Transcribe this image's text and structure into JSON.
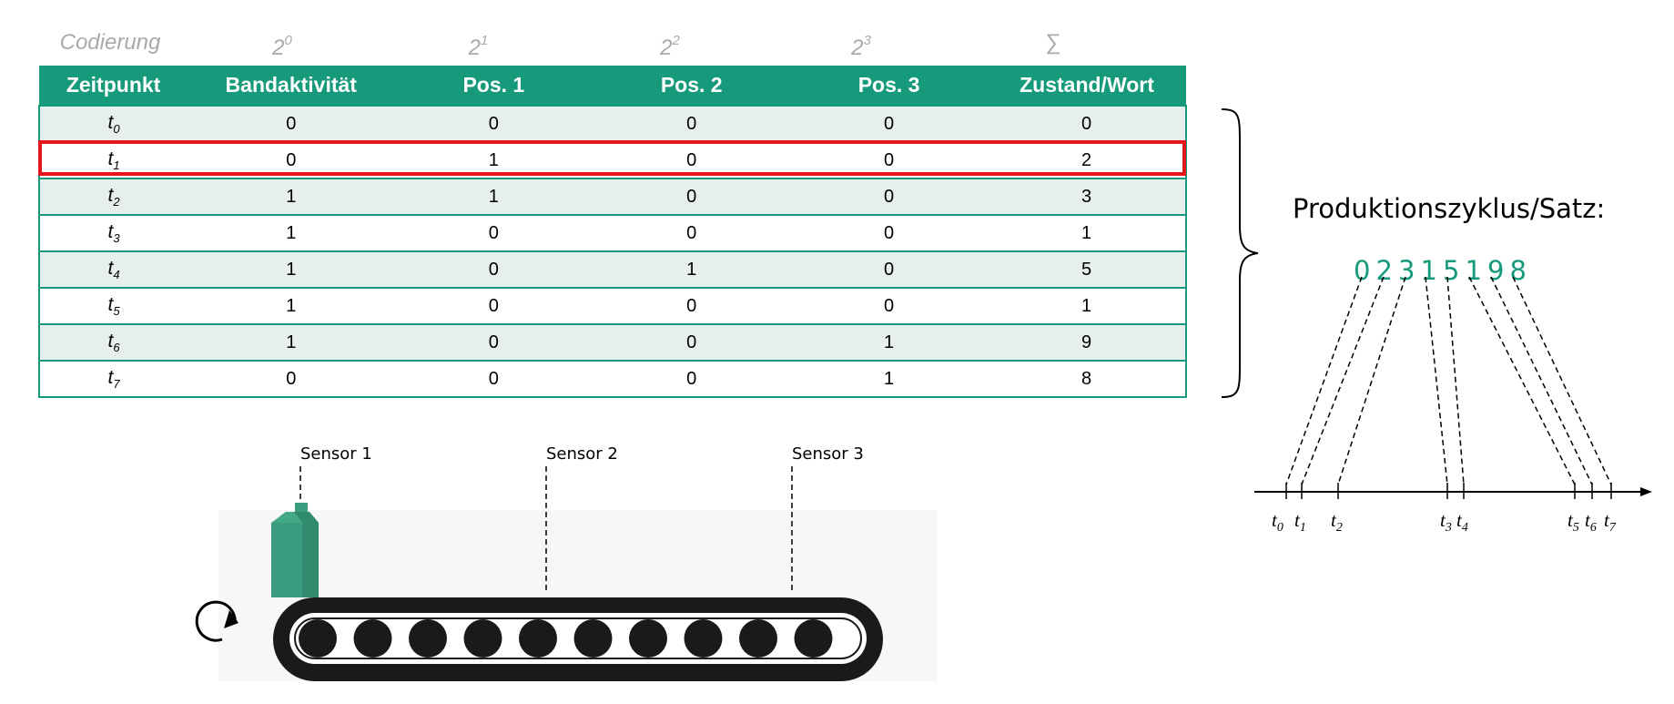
{
  "coding": {
    "label": "Codierung",
    "powers": [
      {
        "base": "2",
        "exp": "0"
      },
      {
        "base": "2",
        "exp": "1"
      },
      {
        "base": "2",
        "exp": "2"
      },
      {
        "base": "2",
        "exp": "3"
      }
    ],
    "sum": "∑"
  },
  "table": {
    "headers": [
      "Zeitpunkt",
      "Bandaktivität",
      "Pos. 1",
      "Pos. 2",
      "Pos. 3",
      "Zustand/Wort"
    ],
    "rows": [
      {
        "t": "t",
        "sub": "0",
        "cells": [
          "0",
          "0",
          "0",
          "0",
          "0"
        ]
      },
      {
        "t": "t",
        "sub": "1",
        "cells": [
          "0",
          "1",
          "0",
          "0",
          "2"
        ]
      },
      {
        "t": "t",
        "sub": "2",
        "cells": [
          "1",
          "1",
          "0",
          "0",
          "3"
        ]
      },
      {
        "t": "t",
        "sub": "3",
        "cells": [
          "1",
          "0",
          "0",
          "0",
          "1"
        ]
      },
      {
        "t": "t",
        "sub": "4",
        "cells": [
          "1",
          "0",
          "1",
          "0",
          "5"
        ]
      },
      {
        "t": "t",
        "sub": "5",
        "cells": [
          "1",
          "0",
          "0",
          "0",
          "1"
        ]
      },
      {
        "t": "t",
        "sub": "6",
        "cells": [
          "1",
          "0",
          "0",
          "1",
          "9"
        ]
      },
      {
        "t": "t",
        "sub": "7",
        "cells": [
          "0",
          "0",
          "0",
          "1",
          "8"
        ]
      }
    ],
    "highlighted_row": 1
  },
  "cycle": {
    "title": "Produktionszyklus/Satz:",
    "digits": [
      "0",
      "2",
      "3",
      "1",
      "5",
      "1",
      "9",
      "8"
    ]
  },
  "timeline": {
    "ticks": [
      {
        "t": "t",
        "sub": "0"
      },
      {
        "t": "t",
        "sub": "1"
      },
      {
        "t": "t",
        "sub": "2"
      },
      {
        "t": "t",
        "sub": "3"
      },
      {
        "t": "t",
        "sub": "4"
      },
      {
        "t": "t",
        "sub": "5"
      },
      {
        "t": "t",
        "sub": "6"
      },
      {
        "t": "t",
        "sub": "7"
      }
    ]
  },
  "conveyor": {
    "sensors": [
      "Sensor 1",
      "Sensor 2",
      "Sensor 3"
    ]
  },
  "colors": {
    "accent": "#179a7c",
    "row_shade": "#e6efec",
    "highlight": "#e3161b",
    "coding_text": "#a9a9a9"
  },
  "icons": [
    "rotate-arrow-icon",
    "milk-carton-icon",
    "brace-icon"
  ]
}
